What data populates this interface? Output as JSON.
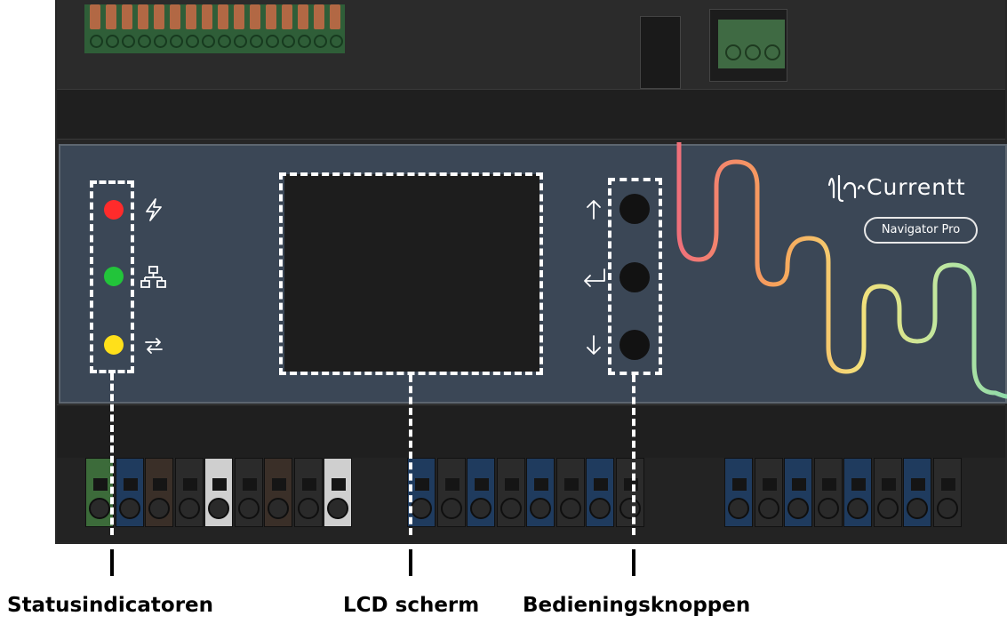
{
  "captions": {
    "status": "Statusindicatoren",
    "lcd": "LCD scherm",
    "buttons": "Bedieningsknoppen"
  },
  "device": {
    "brand": "Currentt",
    "model": "Navigator Pro",
    "status_leds": [
      {
        "color": "#ff2b2b",
        "icon": "lightning-icon"
      },
      {
        "color": "#22c43a",
        "icon": "network-icon"
      },
      {
        "color": "#ffe01a",
        "icon": "sync-arrows-icon"
      }
    ],
    "buttons": [
      {
        "icon": "arrow-up-icon"
      },
      {
        "icon": "enter-icon"
      },
      {
        "icon": "arrow-down-icon"
      }
    ]
  }
}
